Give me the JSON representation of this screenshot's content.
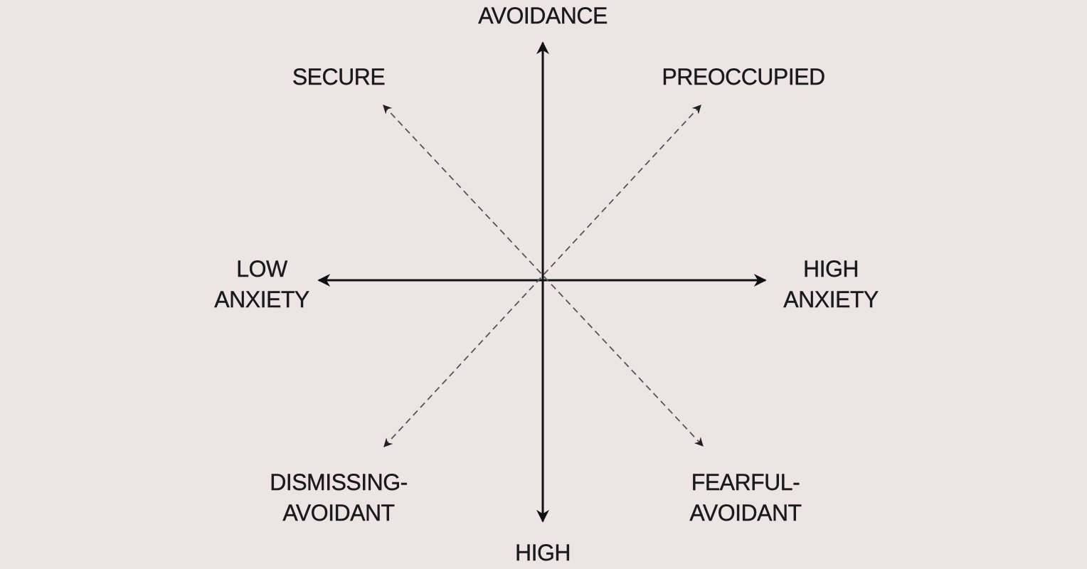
{
  "diagram": {
    "type": "attachment-styles-two-axis",
    "colors": {
      "background": "#ede4e5",
      "axis": "#111111",
      "diagonal": "#555555",
      "text": "#1a1a1a"
    },
    "axes": {
      "vertical_top": {
        "line1": "AVOIDANCE"
      },
      "vertical_bottom": {
        "line1": "HIGH"
      },
      "horizontal_left": {
        "line1": "LOW",
        "line2": "ANXIETY"
      },
      "horizontal_right": {
        "line1": "HIGH",
        "line2": "ANXIETY"
      }
    },
    "quadrants": {
      "top_left": {
        "line1": "SECURE"
      },
      "top_right": {
        "line1": "PREOCCUPIED"
      },
      "bottom_left": {
        "line1": "DISMISSING-",
        "line2": "AVOIDANT"
      },
      "bottom_right": {
        "line1": "FEARFUL-",
        "line2": "AVOIDANT"
      }
    }
  }
}
